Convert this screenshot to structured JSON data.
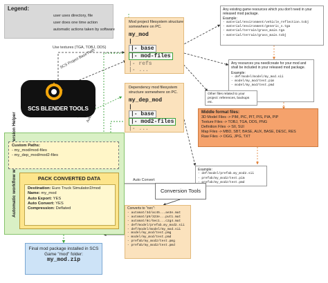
{
  "legend": {
    "title": "Legend:",
    "items": [
      {
        "label": "user uses directory, file"
      },
      {
        "label": "user does one time action"
      },
      {
        "label": "automatic actions taken by software"
      }
    ]
  },
  "project": {
    "caption": "Mod project filesystem structure somewhere on PC.",
    "root": "my_mod",
    "pipe": "|",
    "base": "|- base",
    "mod_files": "|- mod-files",
    "refs": "|- refs",
    "more": "|- ..."
  },
  "dep_project": {
    "caption": "Dependency mod filesystem structure somewhere on PC.",
    "root": "my_dep_mod",
    "pipe": "|",
    "base": "|- base",
    "mod2_files": "|- mod2-files",
    "more": "|- ..."
  },
  "notes": {
    "existing": {
      "text": "Any existing game resources which you don't need in your released mod package.",
      "example_label": "Example:",
      "files": [
        "- material/environment/vehicle_reflection.tobj",
        "- material/environment/generic_s.tga",
        "- material/terrain/grass_main.tga",
        "- material/terrain/grass_main.tobj"
      ]
    },
    "resources": {
      "text": "Any resources you need/create for your mod and shall be included in your released mod package.",
      "example_label": "Example:",
      "files": [
        "- def/model/model/my_mod.sii",
        "- model/my_mod/test.pim",
        "- model/my_mod/test.pmd"
      ]
    },
    "other": "Other files related to your project: references, backups etc.",
    "dep_files": {
      "example_label": "Example:",
      "files": [
        "- def/model/prefab.my_mod2.sii",
        "- prefab/my_mod2/test.pim",
        "- prefab/my_mod2/test.pmd"
      ]
    }
  },
  "middle_formats": {
    "title": "Middle format files:",
    "lines": [
      "3D Model Files -> PIM, PIC, PIT, PIS, PIA, PIP",
      "Texture Files -> TOBJ, TGA, DDS, PNG",
      "Definition Files -> SII, SUI",
      "Map Files -> MBD, SBT, BASE, AUX, BASE, DESC, RES",
      "Raw Files -> OGG, JPG, TXT"
    ]
  },
  "labels": {
    "uses_textures": "Use textures (TGA, TOBJ, DDS)",
    "scs_base_path": "SCS Project Base Path",
    "auto_export": "Auto Export",
    "auto_convert": "Auto Convert"
  },
  "logo": {
    "text": "SCS BLENDER TOOLS"
  },
  "workflow": {
    "vertical_label": "Automatic workflow with new Conversion Helper",
    "custom_title": "Custom Paths:",
    "custom_paths": [
      "- my_mod/mod-files",
      "- my_dep_mod/mod2-files"
    ],
    "pack_title": "PACK CONVERTED DATA",
    "pack_fields": [
      {
        "k": "Destination:",
        "v": "Euro Truck Simulator2/mod"
      },
      {
        "k": "Name:",
        "v": "my_mod"
      },
      {
        "k": "Auto Export:",
        "v": "YES"
      },
      {
        "k": "Auto Convert:",
        "v": "YES"
      },
      {
        "k": "Compression:",
        "v": "Deflated"
      }
    ]
  },
  "conversion_tools": {
    "label": "Conversion Tools"
  },
  "converts": {
    "title": "Converts to \"rsrc\":",
    "files": [
      "- automat/3d/ac45...ae3e.mat",
      "- automat/p9/323e...put1.mat",
      "- automat/8c/5ec1...c2g4.mat",
      "- def/model/prefab.my_mod2.sii",
      "- def/model/model/my_mod.sii",
      "- model/my_mod/test.pmg",
      "- model/my_mod/test.pmd",
      "- prefab/my_mod2/test.pmg",
      "- prefab/my_mod2/test.pmd"
    ]
  },
  "final": {
    "text": "Final mod package installed in SCS Game \"mod\" folder:",
    "file": "my_mod.zip"
  },
  "colors": {
    "project_bg": "#fbe2bd",
    "green_flow": "#3aa23a",
    "middle_formats_bg": "#f5a26c",
    "workflow_bg": "#d9f0c5",
    "pack_bg": "#fde58c",
    "final_bg": "#cde3f7"
  }
}
